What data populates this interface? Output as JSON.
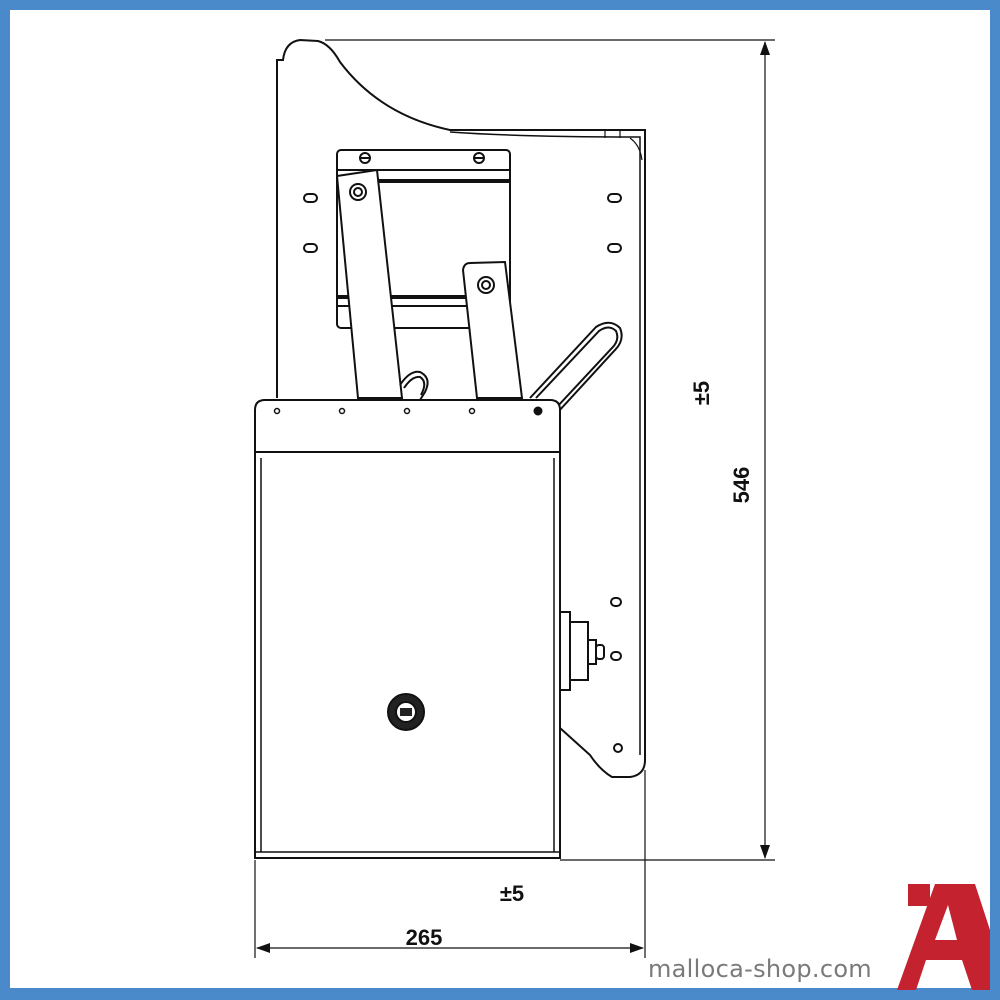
{
  "dimensions": {
    "height": "546",
    "height_tolerance": "±5",
    "width": "265",
    "width_tolerance": "±5"
  },
  "brand": {
    "website": "malloca-shop.com",
    "logo_color": "#c4222f",
    "frame_color": "#4a8acb"
  }
}
